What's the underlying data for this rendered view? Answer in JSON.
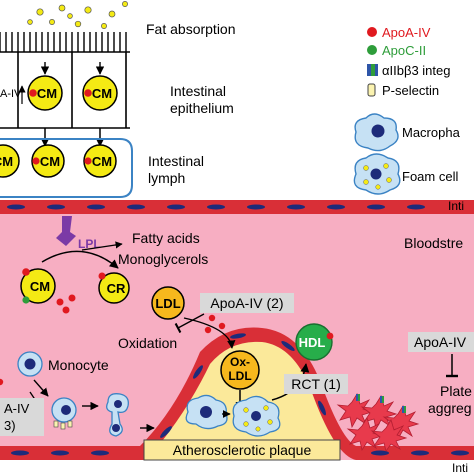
{
  "colors": {
    "apoa4": "#e0191f",
    "apoc2": "#2e9d3a",
    "cm_fill": "#f4ea14",
    "vessel_wall": "#d92f37",
    "lumen": "#f7aec2",
    "plaque": "#fbe99a",
    "lymph_border": "#3b83c4",
    "callout_bg": "#d9d9d9",
    "hdl_green": "#27ad4a",
    "platelet": "#e83a4c",
    "lpl_purple": "#7b3aa6",
    "macrophage_blue": "#c6e1f4"
  },
  "top": {
    "fat_absorption": "Fat absorption",
    "intestinal_epithelium_1": "Intestinal",
    "intestinal_epithelium_2": "epithelium",
    "intestinal_lymph_1": "Intestinal",
    "intestinal_lymph_2": "lymph",
    "apoa_iv_side": "A-IV",
    "cm": "CM"
  },
  "legend": {
    "apoa4": "ApoA-IV",
    "apoc2": "ApoC-II",
    "integrin": "αIIbβ3 integ",
    "pselectin": "P-selectin",
    "macrophage": "Macropha",
    "foam_cell": "Foam cell"
  },
  "vessel": {
    "intima_top": "Inti",
    "bloodstream": "Bloodstre",
    "intima_bottom": "Inti",
    "plaque_label": "Atherosclerotic plaque"
  },
  "labels": {
    "lpl": "LPL",
    "fatty_acids": "Fatty acids",
    "monoglycerols": "Monoglycerols",
    "cm": "CM",
    "cr": "CR",
    "ldl": "LDL",
    "apoa_iv_2": "ApoA-IV (2)",
    "oxidation": "Oxidation",
    "ox_ldl_1": "Ox-",
    "ox_ldl_2": "LDL",
    "hdl": "HDL",
    "rct": "RCT (1)",
    "monocyte": "Monocyte",
    "apoa_iv_left_1": "A-IV",
    "apoa_iv_left_2": "3)",
    "apoa_iv_right": "ApoA-IV",
    "platelet_1": "Plate",
    "platelet_2": "aggreg"
  }
}
